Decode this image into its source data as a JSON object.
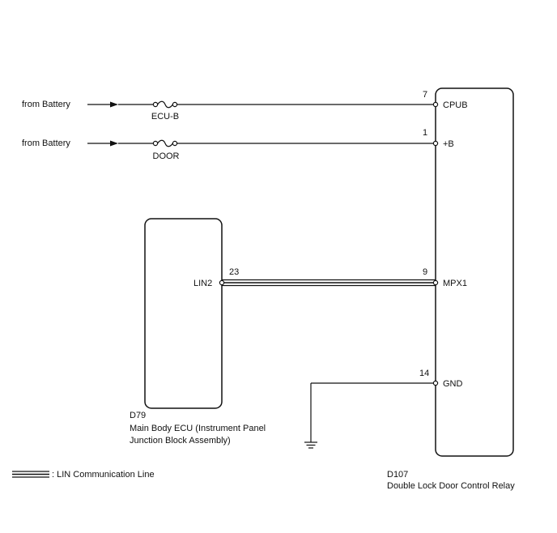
{
  "sources": {
    "battery_1": "from Battery",
    "battery_2": "from Battery"
  },
  "fuses": {
    "ecu_b": "ECU-B",
    "door": "DOOR"
  },
  "relay": {
    "id": "D107",
    "name": "Double Lock Door Control Relay",
    "pins": [
      {
        "num": "7",
        "name": "CPUB"
      },
      {
        "num": "1",
        "name": "+B"
      },
      {
        "num": "9",
        "name": "MPX1"
      },
      {
        "num": "14",
        "name": "GND"
      }
    ]
  },
  "ecu": {
    "id": "D79",
    "name_line1": "Main Body ECU (Instrument Panel",
    "name_line2": "Junction Block Assembly)",
    "pin_num": "23",
    "pin_name": "LIN2"
  },
  "legend": {
    "label": ": LIN Communication Line"
  }
}
